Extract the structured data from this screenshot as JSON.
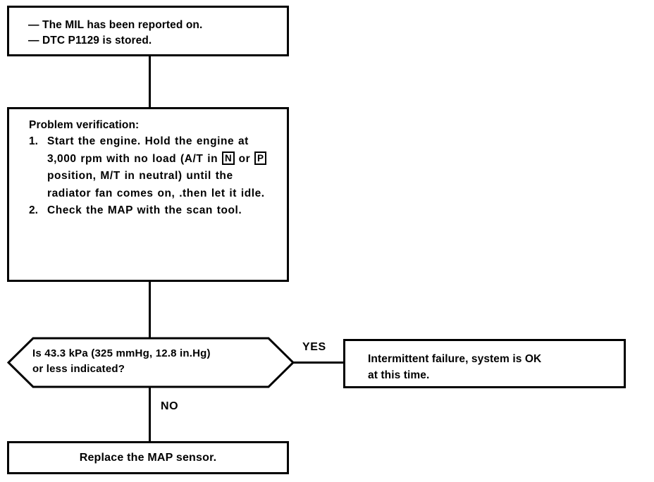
{
  "diagram": {
    "type": "troubleshooting-flowchart",
    "background_color": "#ffffff",
    "line_color": "#000000",
    "symptom": {
      "marker": "—",
      "items": [
        "The MIL has been reported on.",
        "DTC P1129 is stored."
      ]
    },
    "verification": {
      "heading": "Problem verification:",
      "steps": [
        {
          "number": "1.",
          "parts": [
            "Start the engine. Hold the engine at 3,000 rpm with no load (A/T in ",
            "N",
            " or ",
            "P",
            " position, M/T in neutral) until the radiator fan comes on, .then let it idle."
          ]
        },
        {
          "number": "2.",
          "text": "Check the MAP with the scan tool."
        }
      ]
    },
    "decision": {
      "line1": "Is 43.3 kPa (325 mmHg, 12.8 in.Hg)",
      "line2": "or less indicated?",
      "yes_label": "YES",
      "no_label": "NO"
    },
    "yes_result": {
      "line1": "Intermittent failure, system is OK",
      "line2": "at this time."
    },
    "no_result": {
      "text": "Replace the MAP sensor."
    }
  }
}
